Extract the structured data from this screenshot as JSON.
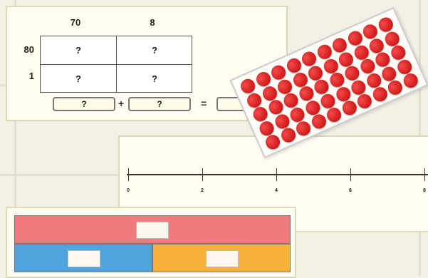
{
  "area_model": {
    "col_headers": [
      "70",
      "8"
    ],
    "row_headers": [
      "80",
      "1"
    ],
    "cells": [
      "?",
      "?",
      "?",
      "?"
    ],
    "sum_terms": [
      "?",
      "?"
    ],
    "plus": "+",
    "equals": "="
  },
  "counters": {
    "rows": 5,
    "cols": 10,
    "color": "#e02424"
  },
  "number_line": {
    "tick_labels": [
      "0",
      "2",
      "4",
      "6",
      "8"
    ]
  },
  "bar_model": {
    "whole_color": "#f27a7a",
    "part1_color": "#4ea4dc",
    "part2_color": "#f6b23a"
  }
}
